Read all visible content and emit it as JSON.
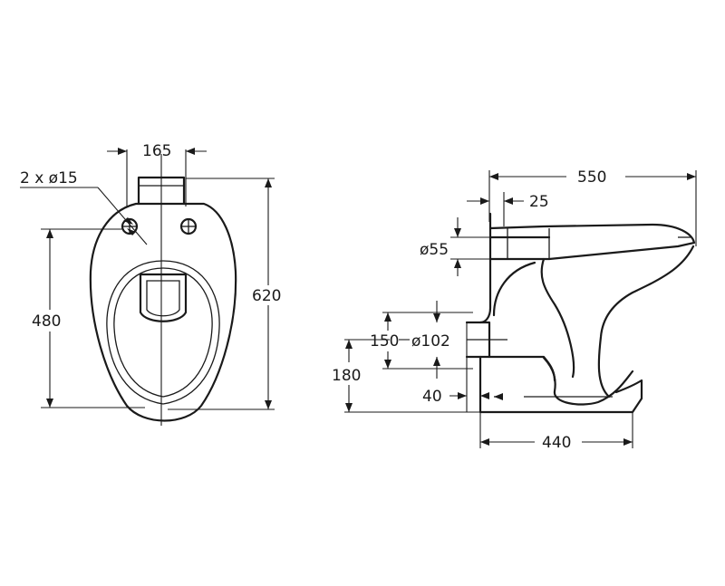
{
  "front_view": {
    "top_width": "165",
    "hole_callout": "2 x ø15",
    "hole_height": "480",
    "total_length": "620"
  },
  "side_view": {
    "overall_depth": "550",
    "inlet_offset": "25",
    "inlet_diameter": "ø55",
    "outlet_height": "150",
    "outlet_diameter": "ø102",
    "base_height": "180",
    "outlet_projection": "40",
    "base_depth": "440"
  }
}
